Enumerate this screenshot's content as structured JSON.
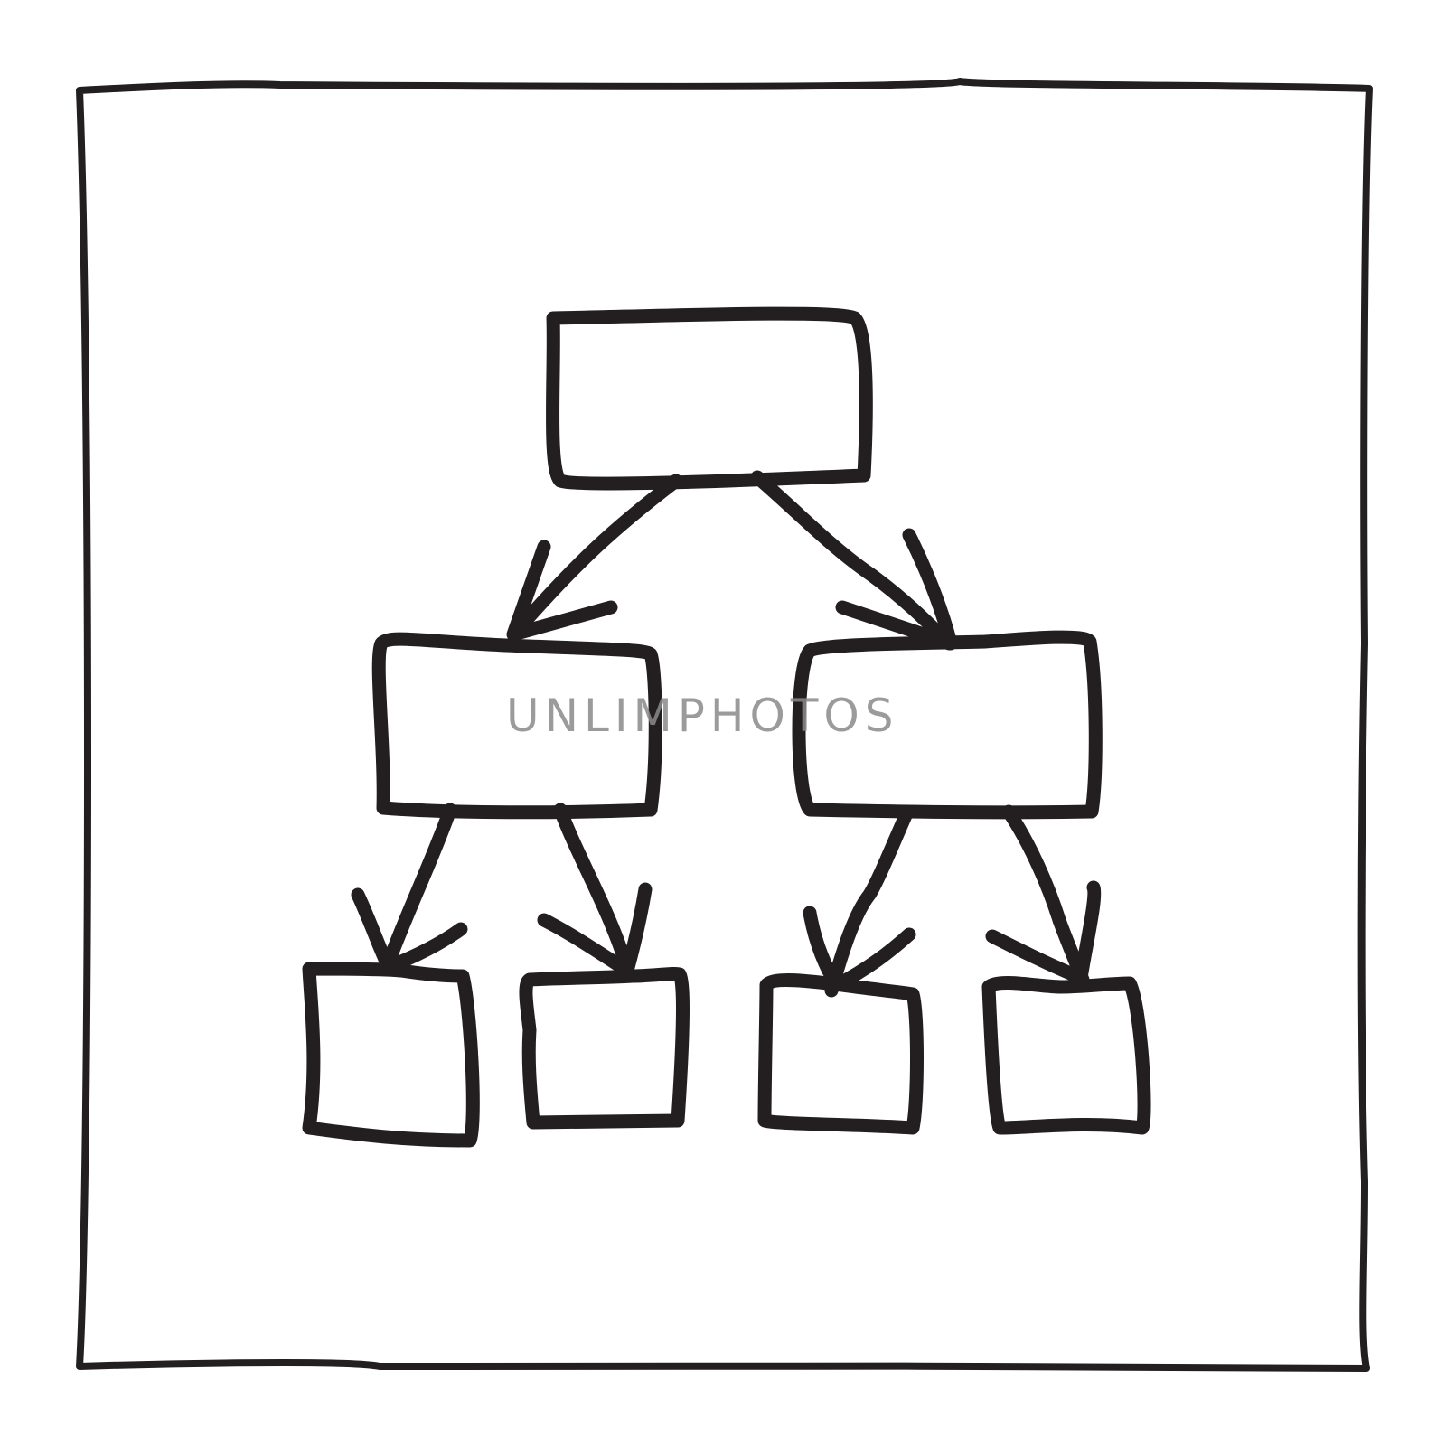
{
  "colors": {
    "background": "#ffffff",
    "ink": "#231f20",
    "watermark": "#8a8a8a"
  },
  "diagram": {
    "type": "hierarchy-tree",
    "style": "hand-drawn doodle",
    "levels": [
      1,
      2,
      4
    ],
    "nodes": [
      {
        "id": "root",
        "label": "",
        "children": [
          "mid-left",
          "mid-right"
        ]
      },
      {
        "id": "mid-left",
        "label": "",
        "children": [
          "leaf-1",
          "leaf-2"
        ]
      },
      {
        "id": "mid-right",
        "label": "",
        "children": [
          "leaf-3",
          "leaf-4"
        ]
      },
      {
        "id": "leaf-1",
        "label": "",
        "children": []
      },
      {
        "id": "leaf-2",
        "label": "",
        "children": []
      },
      {
        "id": "leaf-3",
        "label": "",
        "children": []
      },
      {
        "id": "leaf-4",
        "label": "",
        "children": []
      }
    ],
    "edges": [
      {
        "from": "root",
        "to": "mid-left",
        "arrow": true
      },
      {
        "from": "root",
        "to": "mid-right",
        "arrow": true
      },
      {
        "from": "mid-left",
        "to": "leaf-1",
        "arrow": true
      },
      {
        "from": "mid-left",
        "to": "leaf-2",
        "arrow": true
      },
      {
        "from": "mid-right",
        "to": "leaf-3",
        "arrow": true
      },
      {
        "from": "mid-right",
        "to": "leaf-4",
        "arrow": true
      }
    ]
  },
  "watermark": {
    "text": "UNLIMPHOTOS"
  }
}
